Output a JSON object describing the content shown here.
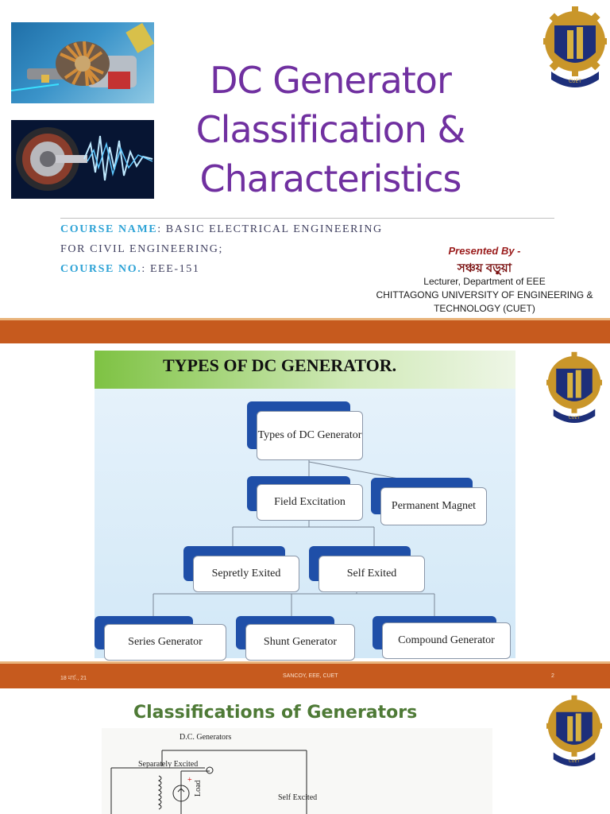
{
  "slide1": {
    "title_line1": "DC Generator",
    "title_line2": "Classification &",
    "title_line3": "Characteristics",
    "course_name_label": "COURSE NAME",
    "course_name_value": ": BASIC ELECTRICAL ENGINEERING",
    "course_name_value2": "FOR CIVIL ENGINEERING;",
    "course_no_label": "COURSE NO.",
    "course_no_value": ": EEE-151",
    "presented_by": "Presented By -",
    "presenter_name": "সঞ্চয় বড়ুয়া",
    "presenter_role": "Lecturer, Department of EEE",
    "presenter_org1": "CHITTAGONG UNIVERSITY OF ENGINEERING &",
    "presenter_org2": "TECHNOLOGY (CUET)",
    "logo_text": "CUET"
  },
  "slide2": {
    "header": "TYPES OF DC GENERATOR.",
    "nodes": {
      "root": "Types of DC Generator",
      "field": "Field Excitation",
      "permanent": "Permanent Magnet",
      "separate": "Sepretly Exited",
      "self": "Self Exited",
      "series": "Series Generator",
      "shunt": "Shunt Generator",
      "compound": "Compound Generator"
    },
    "logo_text": "CUET"
  },
  "footer": {
    "date": "18 মার্চ., 21",
    "center": "SANCOY, EEE, CUET",
    "page": "2"
  },
  "slide3": {
    "title": "Classifications of Generators",
    "diagram_root": "D.C. Generators",
    "diagram_separate": "Separately Excited",
    "diagram_self": "Self Excited",
    "diagram_load": "Load",
    "diagram_plus": "+",
    "logo_text": "CUET"
  },
  "colors": {
    "title_purple": "#7030a0",
    "course_blue": "#2ea3d6",
    "bar_orange": "#c65a1e",
    "header_green": "#7ec243",
    "box_shadow_blue": "#1f4fa8",
    "slide3_title_green": "#4e7a36"
  }
}
